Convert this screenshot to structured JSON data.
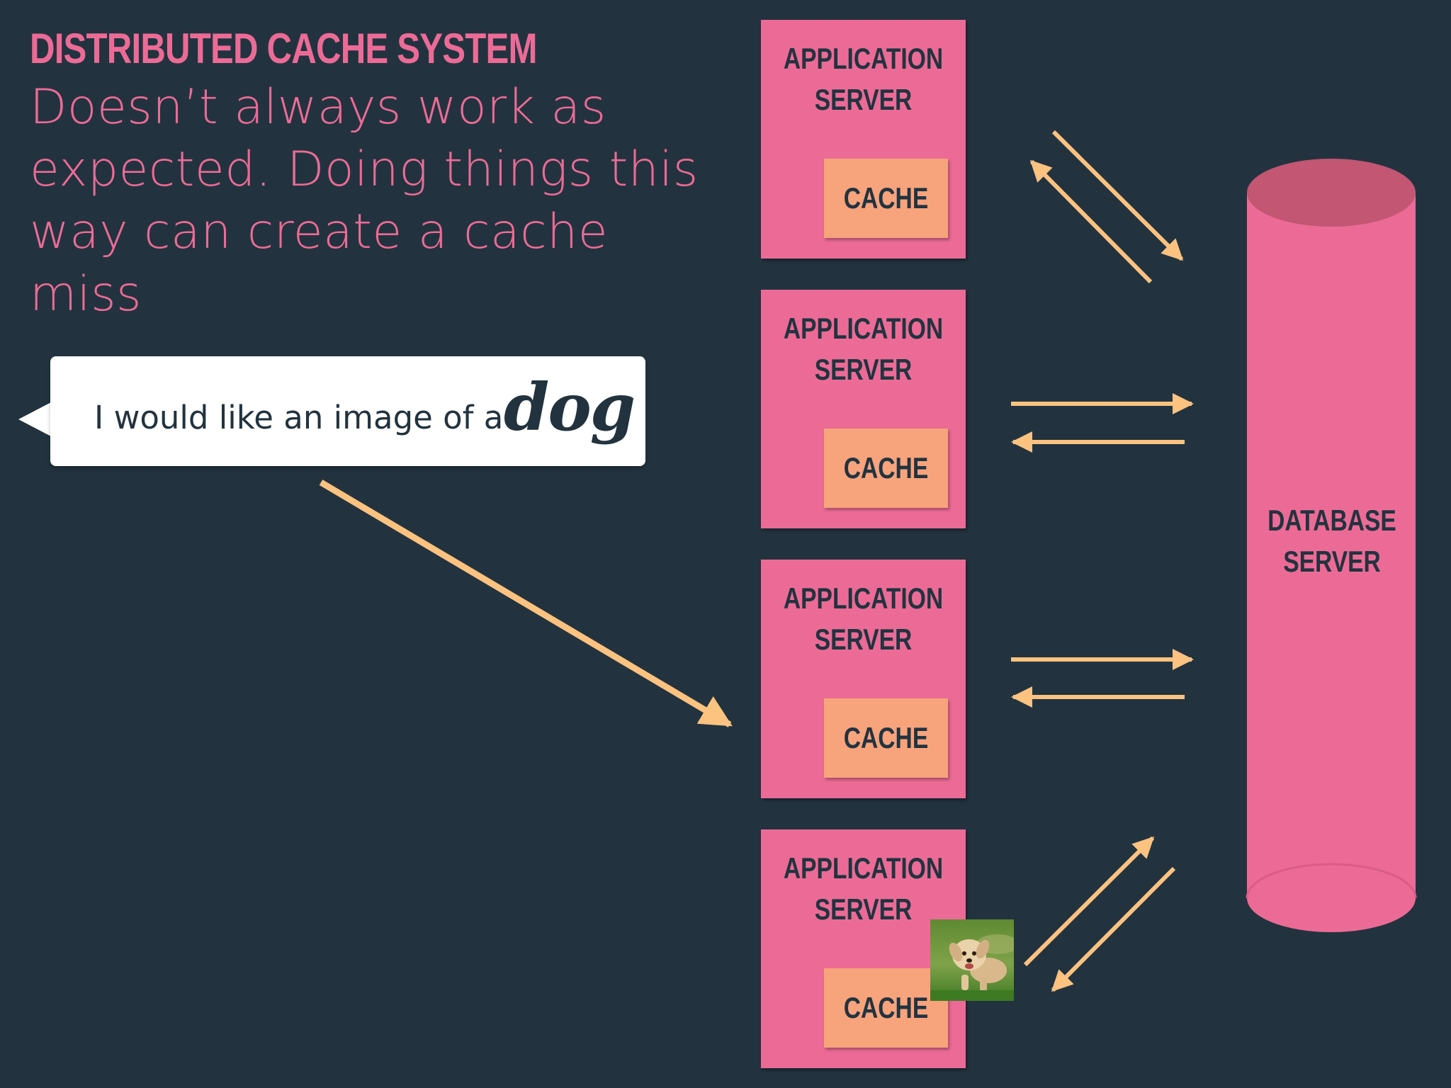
{
  "title": "DISTRIBUTED CACHE SYSTEM",
  "subtitle": "Doesn’t always work as expected. Doing things this way can create a cache miss",
  "bubble": {
    "text": "I would like an image of a",
    "emphasis": "dog"
  },
  "app_servers": [
    {
      "label": "APPLICATION\nSERVER",
      "cache_label": "CACHE"
    },
    {
      "label": "APPLICATION\nSERVER",
      "cache_label": "CACHE"
    },
    {
      "label": "APPLICATION\nSERVER",
      "cache_label": "CACHE"
    },
    {
      "label": "APPLICATION\nSERVER",
      "cache_label": "CACHE"
    }
  ],
  "database": {
    "label": "DATABASE\nSERVER"
  },
  "image_subject": "dog",
  "colors": {
    "background": "#22333f",
    "pink": "#ec6b96",
    "cache": "#f7a37c",
    "arrow": "#fbc280",
    "text_dark": "#22333f"
  }
}
